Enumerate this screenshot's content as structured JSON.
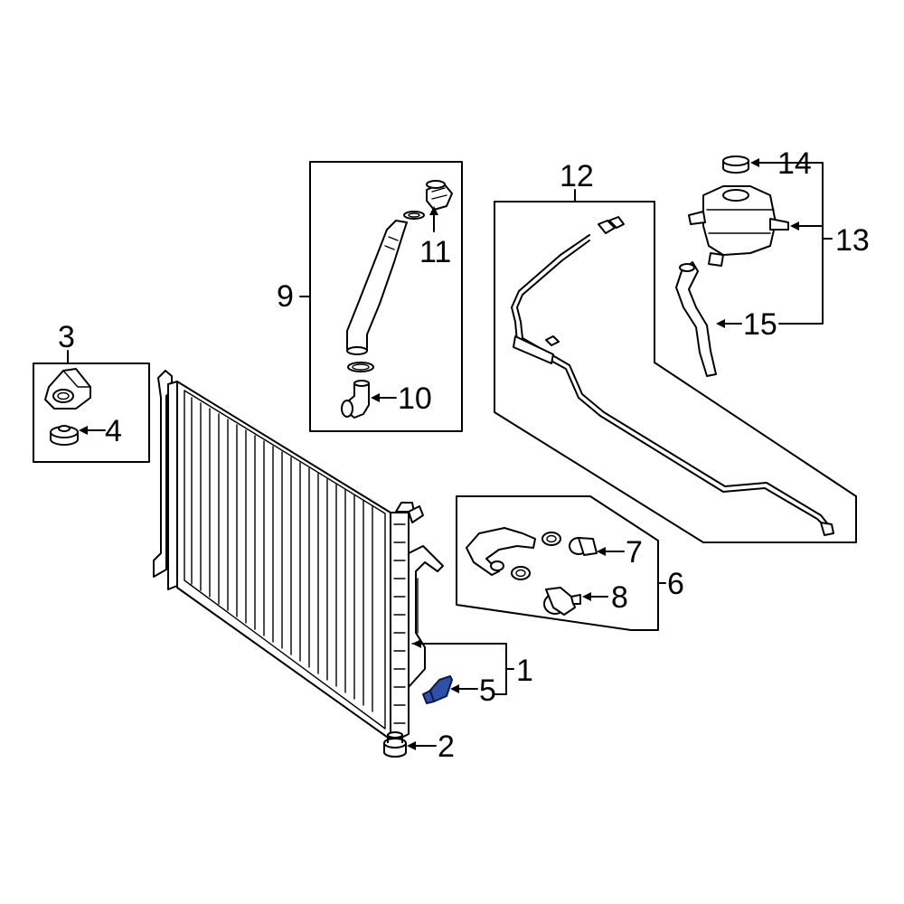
{
  "colors": {
    "line": "#000000",
    "background": "#ffffff",
    "highlight": "#2f4fa8"
  },
  "callouts": {
    "c1": "1",
    "c2": "2",
    "c3": "3",
    "c4": "4",
    "c5": "5",
    "c6": "6",
    "c7": "7",
    "c8": "8",
    "c9": "9",
    "c10": "10",
    "c11": "11",
    "c12": "12",
    "c13": "13",
    "c14": "14",
    "c15": "15"
  }
}
